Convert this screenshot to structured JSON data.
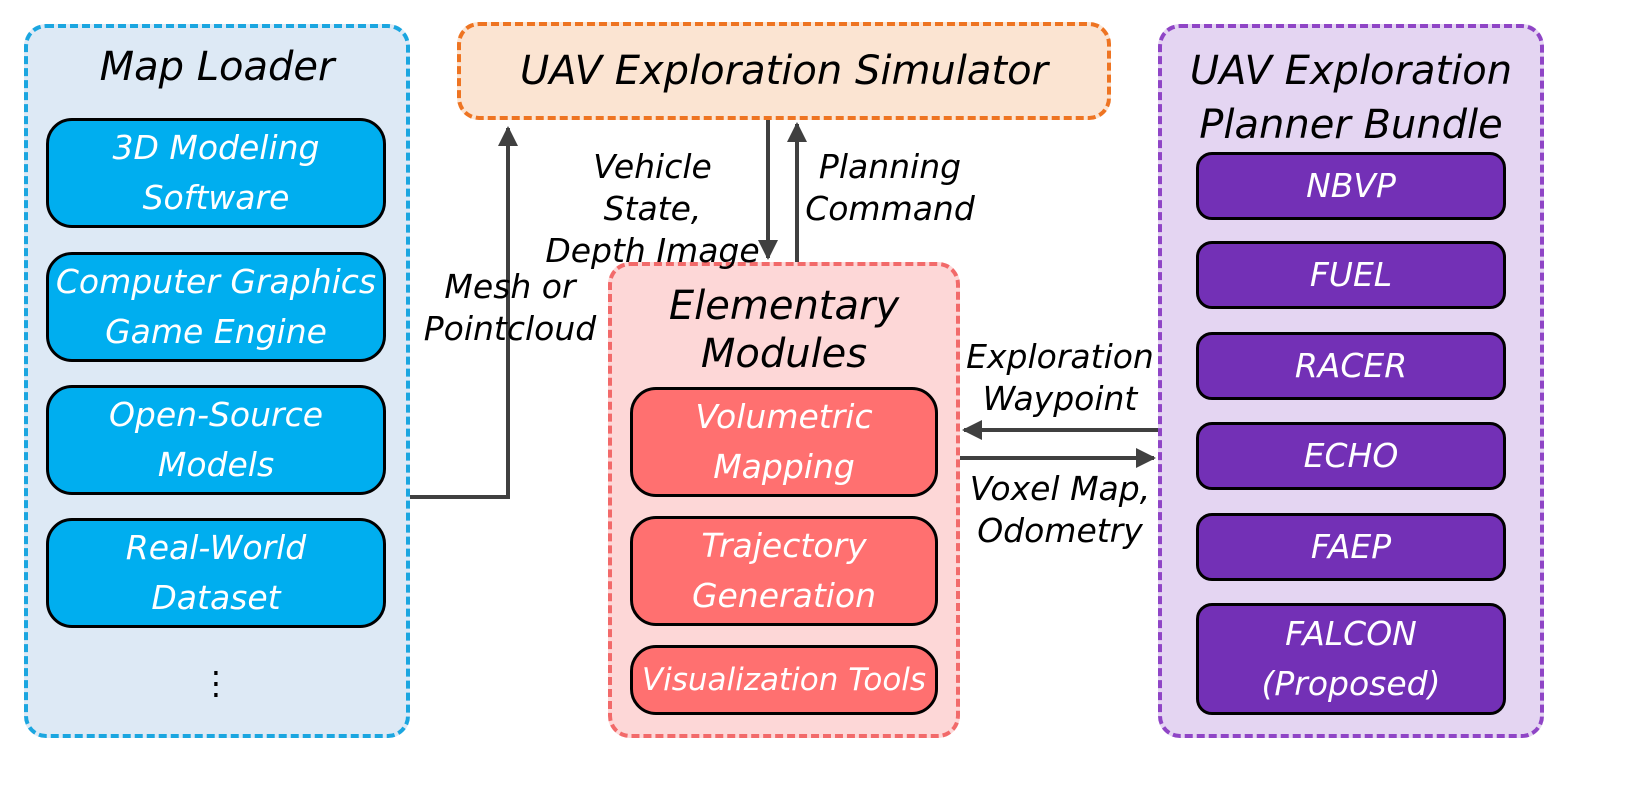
{
  "map_loader": {
    "title": "Map Loader",
    "items": [
      "3D Modeling\nSoftware",
      "Computer Graphics\nGame Engine",
      "Open-Source\nModels",
      "Real-World\nDataset"
    ],
    "ellipsis": "⋮"
  },
  "simulator": {
    "title": "UAV Exploration Simulator"
  },
  "elementary": {
    "title": "Elementary\nModules",
    "items": [
      "Volumetric\nMapping",
      "Trajectory\nGeneration",
      "Visualization Tools"
    ]
  },
  "planner": {
    "title": "UAV Exploration\nPlanner Bundle",
    "items": [
      "NBVP",
      "FUEL",
      "RACER",
      "ECHO",
      "FAEP",
      "FALCON\n(Proposed)"
    ]
  },
  "edges": {
    "mesh": "Mesh or\nPointcloud",
    "vehicle_state": "Vehicle State,\nDepth Image",
    "planning_command": "Planning\nCommand",
    "exploration_waypoint": "Exploration\nWaypoint",
    "voxel_map": "Voxel Map,\nOdometry"
  },
  "colors": {
    "map_loader_bg": "#dde9f5",
    "map_loader_border": "#1ba6e0",
    "module_blue": "#00aeef",
    "simulator_bg": "#fbe4d2",
    "simulator_border": "#ee7422",
    "elementary_bg": "#fdd7d7",
    "elementary_border": "#f26a6a",
    "module_red": "#ff7070",
    "planner_bg": "#e4d5f2",
    "planner_border": "#8f45c6",
    "module_purple": "#7330b6",
    "arrow": "#404040"
  }
}
